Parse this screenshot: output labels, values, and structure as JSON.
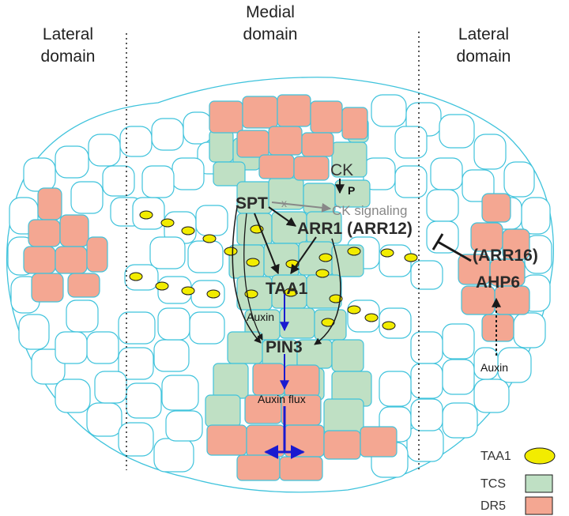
{
  "domains": {
    "lateral_left": [
      "Lateral",
      "domain"
    ],
    "medial": [
      "Medial",
      "domain"
    ],
    "lateral_right": [
      "Lateral",
      "domain"
    ]
  },
  "genes": {
    "spt": "SPT",
    "arr1": "ARR1 (ARR12)",
    "taa1": "TAA1",
    "pin3": "PIN3",
    "arr16": "(ARR16)",
    "ahp6": "AHP6"
  },
  "labels": {
    "ck": "CK",
    "p": "P",
    "x": "x",
    "ck_signaling": "CK signaling",
    "auxin_mid": "Auxin",
    "auxin_flux": "Auxin flux",
    "auxin_right": "Auxin"
  },
  "legend": [
    {
      "label": "TAA1",
      "color": "#f2ec00"
    },
    {
      "label": "TCS",
      "color": "#bfe0c4"
    },
    {
      "label": "DR5",
      "color": "#f4a792"
    }
  ],
  "colors": {
    "cell_outline": "#3fc3dc",
    "tcs": "#bfe0c4",
    "dr5": "#f4a792",
    "taa1": "#f2ec00",
    "arrow_blue": "#1a1ad0",
    "arrow_black": "#1a1a1a",
    "arrow_grey": "#888888"
  }
}
